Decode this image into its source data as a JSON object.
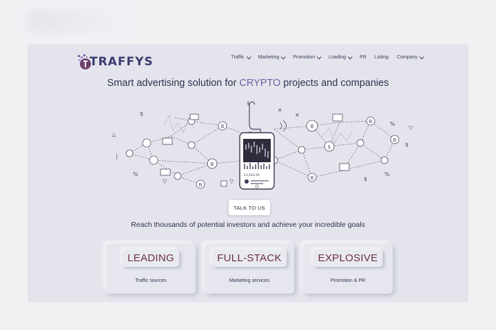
{
  "logo": {
    "text": "TRAFFYS"
  },
  "nav": [
    {
      "label": "Traffic",
      "has_dropdown": true
    },
    {
      "label": "Marketing",
      "has_dropdown": true
    },
    {
      "label": "Promotion",
      "has_dropdown": true
    },
    {
      "label": "Loading",
      "has_dropdown": true
    },
    {
      "label": "PR",
      "has_dropdown": false
    },
    {
      "label": "Listing",
      "has_dropdown": false
    },
    {
      "label": "Company",
      "has_dropdown": true
    }
  ],
  "headline": {
    "pre": "Smart advertising solution for ",
    "accent": "CRYPTO",
    "post": " projects and companies"
  },
  "cta": {
    "label": "TALK TO US"
  },
  "subline": "Reach thousands of potential investors and achieve your incredible goals",
  "phone": {
    "value": "13,163.45"
  },
  "cards": [
    {
      "title": "LEADING",
      "caption": "Traffic sources"
    },
    {
      "title": "FULL-STACK",
      "caption": "Marketing services"
    },
    {
      "title": "EXPLOSIVE",
      "caption": "Promotion & PR"
    }
  ],
  "colors": {
    "accent": "#6d5ea5",
    "title_text": "#2f3050",
    "badge_text": "#6a2d48",
    "background": "#e4e5ec"
  }
}
